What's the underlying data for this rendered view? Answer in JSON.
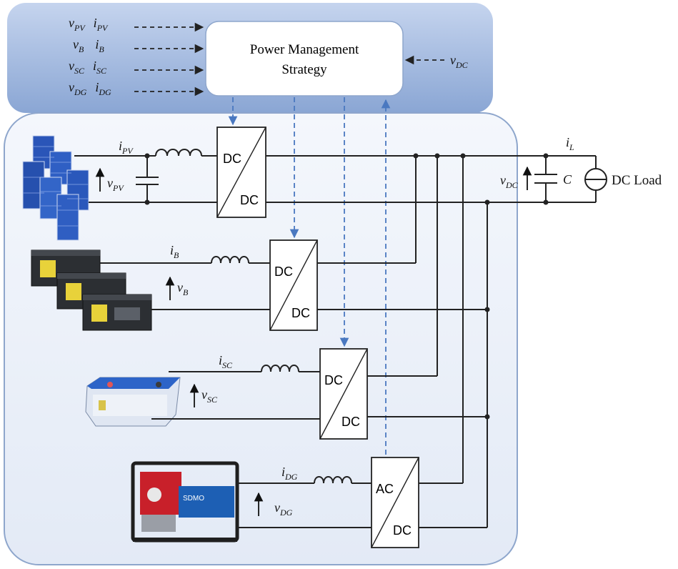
{
  "strategy": {
    "line1": "Power Management",
    "line2": "Strategy"
  },
  "measurements": [
    {
      "v": "v",
      "vsub": "PV",
      "i": "i",
      "isub": "PV"
    },
    {
      "v": "v",
      "vsub": "B",
      "i": "i",
      "isub": "B"
    },
    {
      "v": "v",
      "vsub": "SC",
      "i": "i",
      "isub": "SC"
    },
    {
      "v": "v",
      "vsub": "DG",
      "i": "i",
      "isub": "DG"
    }
  ],
  "vdc_input": {
    "v": "v",
    "sub": "DC"
  },
  "sources": {
    "pv": {
      "i": "i",
      "isub": "PV",
      "v": "v",
      "vsub": "PV",
      "conv_top": "DC",
      "conv_bottom": "DC",
      "icon": "solar-panel-icon"
    },
    "bat": {
      "i": "i",
      "isub": "B",
      "v": "v",
      "vsub": "B",
      "conv_top": "DC",
      "conv_bottom": "DC",
      "icon": "battery-icon"
    },
    "sc": {
      "i": "i",
      "isub": "SC",
      "v": "v",
      "vsub": "SC",
      "conv_top": "DC",
      "conv_bottom": "DC",
      "icon": "supercapacitor-icon"
    },
    "dg": {
      "i": "i",
      "isub": "DG",
      "v": "v",
      "vsub": "DG",
      "conv_top": "AC",
      "conv_bottom": "DC",
      "icon": "diesel-generator-icon"
    }
  },
  "load": {
    "current": "i",
    "current_sub": "L",
    "vdc": "v",
    "vdc_sub": "DC",
    "cap": "C",
    "label": "DC Load"
  },
  "colors": {
    "top_panel": "#9fb6dc",
    "bottom_panel": "#e8eef8",
    "control_lines": "#4a78c0"
  }
}
